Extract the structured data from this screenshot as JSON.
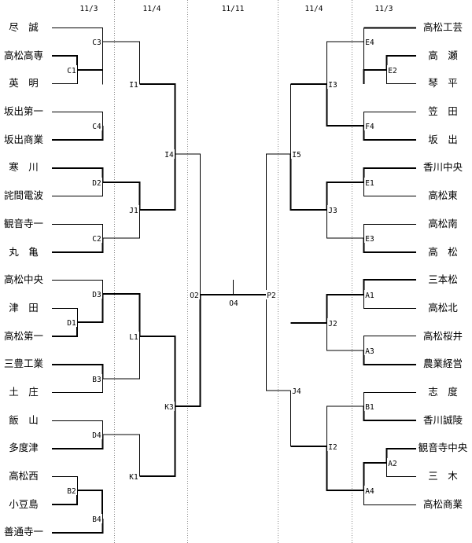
{
  "dates": {
    "left_r1": "11/3",
    "left_r2": "11/4",
    "final": "11/11",
    "right_r2": "11/4",
    "right_r1": "11/3"
  },
  "left_teams": [
    "尽　誠",
    "高松高専",
    "英　明",
    "坂出第一",
    "坂出商業",
    "寒　川",
    "詫間電波",
    "観音寺一",
    "丸　亀",
    "高松中央",
    "津　田",
    "高松第一",
    "三豊工業",
    "土　庄",
    "飯　山",
    "多度津",
    "高松西",
    "小豆島",
    "善通寺一"
  ],
  "right_teams": [
    "高松工芸",
    "高　瀬",
    "琴　平",
    "笠　田",
    "坂　出",
    "香川中央",
    "高松東",
    "高松南",
    "高　松",
    "三本松",
    "高松北",
    "高松桜井",
    "農業経営",
    "志　度",
    "香川誠陵",
    "観音寺中央",
    "三　木",
    "高松商業"
  ],
  "match_labels": {
    "C3": "C3",
    "C1": "C1",
    "C4": "C4",
    "D2": "D2",
    "C2": "C2",
    "D3": "D3",
    "D1": "D1",
    "B3": "B3",
    "D4": "D4",
    "B2": "B2",
    "B4": "B4",
    "I1": "I1",
    "J1": "J1",
    "L1": "L1",
    "K1": "K1",
    "I4": "I4",
    "K3": "K3",
    "O2": "O2",
    "O4": "O4",
    "P2": "P2",
    "I5": "I5",
    "J4": "J4",
    "I3": "I3",
    "J3": "J3",
    "J2": "J2",
    "I2": "I2",
    "E4": "E4",
    "E2": "E2",
    "F4": "F4",
    "E1": "E1",
    "E3": "E3",
    "A1": "A1",
    "A3": "A3",
    "B1": "B1",
    "A2": "A2",
    "A4": "A4"
  }
}
